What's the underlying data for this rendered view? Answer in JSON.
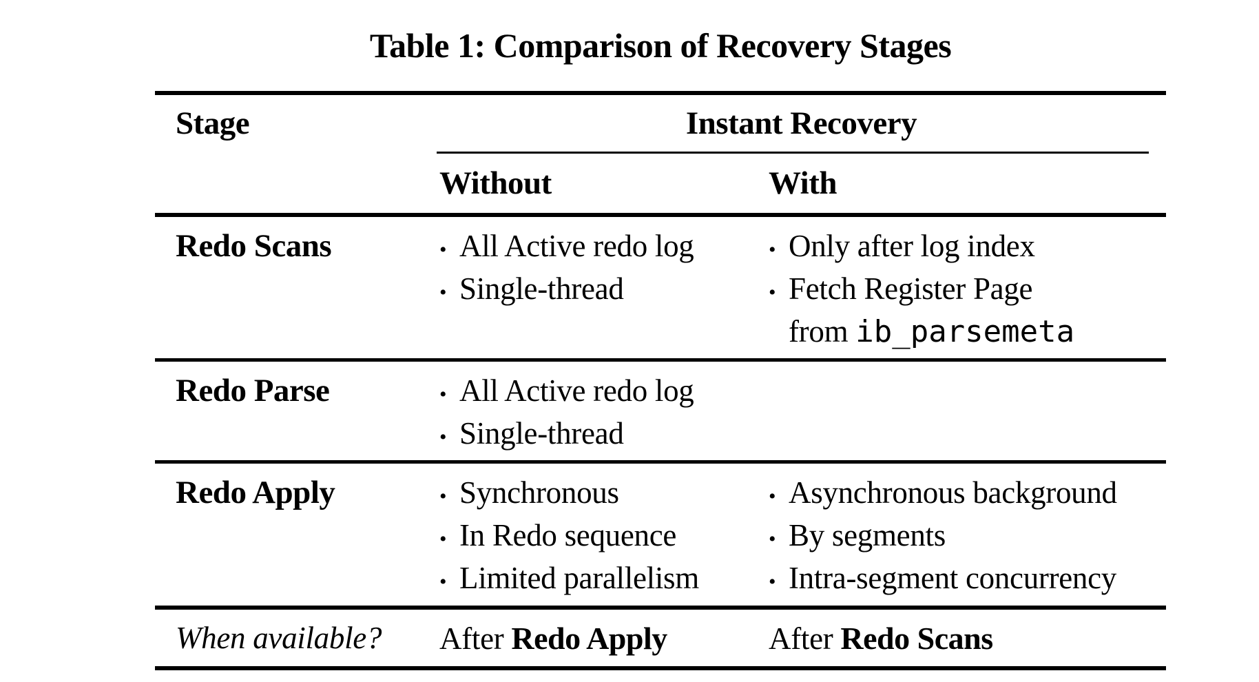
{
  "page": {
    "background": "#ffffff",
    "text_color": "#000000"
  },
  "caption": "Table 1: Comparison of Recovery Stages",
  "table": {
    "header": {
      "stage": "Stage",
      "span": "Instant Recovery",
      "without": "Without",
      "with": "With"
    },
    "bullet_char": "•",
    "rows": [
      {
        "stage": "Redo Scans",
        "without": [
          "All Active redo log",
          "Single-thread"
        ],
        "with_l1": "Only after log index",
        "with_l2": "Fetch Register Page",
        "with_l3_prefix": "from ",
        "with_l3_code": "ib_parsemeta"
      },
      {
        "stage": "Redo Parse",
        "without": [
          "All Active redo log",
          "Single-thread"
        ]
      },
      {
        "stage": "Redo Apply",
        "without": [
          "Synchronous",
          "In Redo sequence",
          "Limited parallelism"
        ],
        "with": [
          "Asynchronous background",
          "By segments",
          "Intra-segment concurrency"
        ]
      }
    ],
    "footer": {
      "label": "When available?",
      "without_prefix": "After ",
      "without_stage": "Redo Apply",
      "with_prefix": "After ",
      "with_stage": "Redo Scans"
    }
  }
}
